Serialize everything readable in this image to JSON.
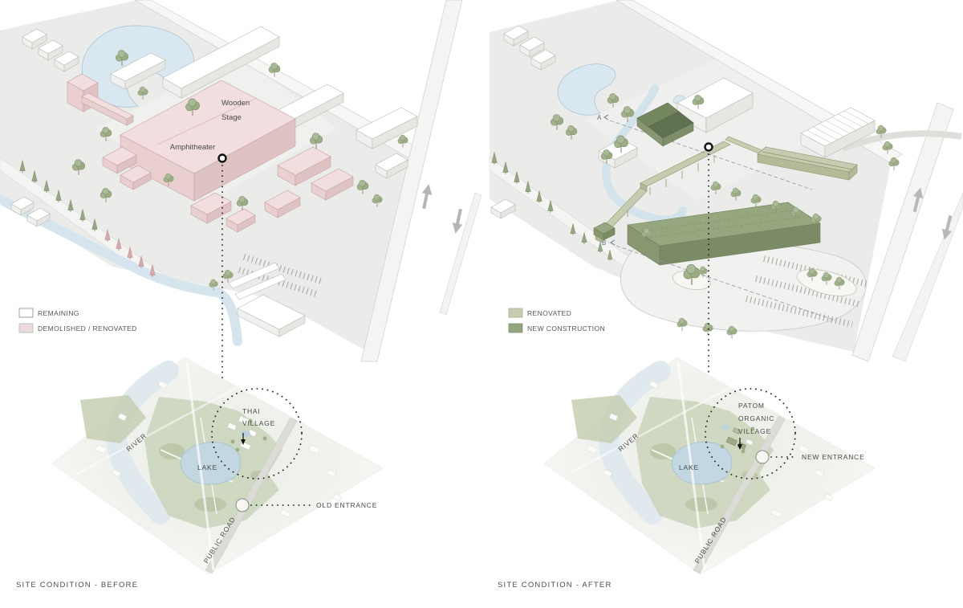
{
  "colors": {
    "remaining": "#ffffff",
    "demolished_renovated": "#eddada",
    "renovated": "#c6ccb0",
    "new_construction": "#94a67f",
    "water": "#d6e5ed",
    "ground": "#ebebea",
    "tree_green": "#9cab85",
    "tree_pink": "#d5a9ad"
  },
  "before": {
    "caption": "SITE CONDITION - BEFORE",
    "legend": [
      {
        "label": "REMAINING",
        "color": "#ffffff"
      },
      {
        "label": "DEMOLISHED / RENOVATED",
        "color": "#eddada"
      }
    ],
    "axon_labels": {
      "wooden_line1": "Wooden",
      "wooden_line2": "Stage",
      "amphitheater": "Amphitheater"
    },
    "map": {
      "village_line1": "THAI",
      "village_line2": "VILLAGE",
      "river": "RIVER",
      "lake": "LAKE",
      "road": "PUBLIC ROAD",
      "entrance": "OLD ENTRANCE"
    }
  },
  "after": {
    "caption": "SITE CONDITION - AFTER",
    "legend": [
      {
        "label": "RENOVATED",
        "color": "#c6ccb0"
      },
      {
        "label": "NEW CONSTRUCTION",
        "color": "#94a67f"
      }
    ],
    "axon_labels": {
      "section_a": "A",
      "section_b": "B"
    },
    "map": {
      "village_line1": "PATOM",
      "village_line2": "ORGANIC",
      "village_line3": "VILLAGE",
      "river": "RIVER",
      "lake": "LAKE",
      "road": "PUBLIC ROAD",
      "entrance": "NEW ENTRANCE"
    }
  }
}
